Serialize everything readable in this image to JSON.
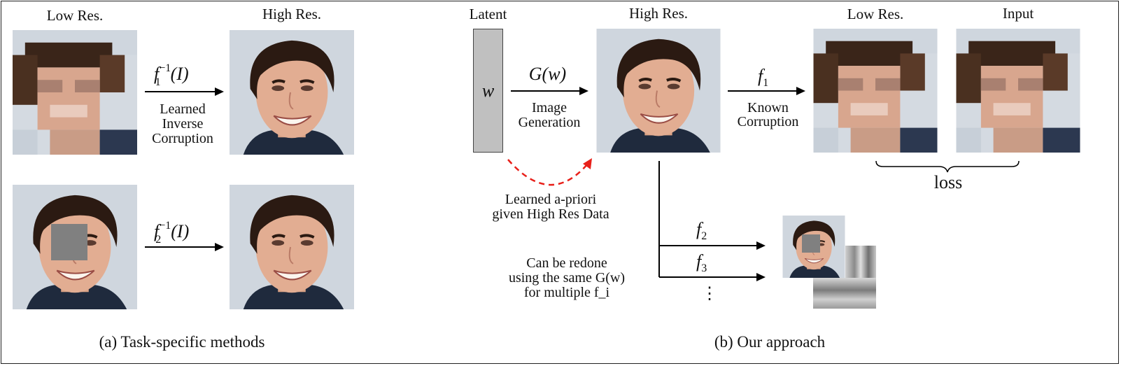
{
  "left_panel": {
    "label_low_res": "Low Res.",
    "label_high_res": "High Res.",
    "op1": {
      "func": "f",
      "sub": "1",
      "sup": "−1",
      "arg": "(I)"
    },
    "op1_caption": [
      "Learned",
      "Inverse",
      "Corruption"
    ],
    "op2": {
      "func": "f",
      "sub": "2",
      "sup": "−1",
      "arg": "(I)"
    },
    "caption": "(a) Task-specific methods"
  },
  "right_panel": {
    "label_latent": "Latent",
    "latent_symbol": "w",
    "label_high_res": "High Res.",
    "label_low_res": "Low Res.",
    "label_input": "Input",
    "gen_op": "G(w)",
    "gen_caption": [
      "Image",
      "Generation"
    ],
    "known_op": {
      "func": "f",
      "sub": "1"
    },
    "known_caption": [
      "Known",
      "Corruption"
    ],
    "prior_caption": [
      "Learned a-priori",
      "given High Res Data"
    ],
    "loss_label": "loss",
    "branch_f2": {
      "func": "f",
      "sub": "2"
    },
    "branch_f3": {
      "func": "f",
      "sub": "3"
    },
    "branch_more": "⋮",
    "redo_caption": [
      "Can be redone",
      "using the same G(w)",
      "for multiple f_i"
    ],
    "caption": "(b) Our approach"
  },
  "colors": {
    "prior_arrow": "#e8201a",
    "latent_box": "#c0c0c0",
    "occlusion": "#808080"
  }
}
